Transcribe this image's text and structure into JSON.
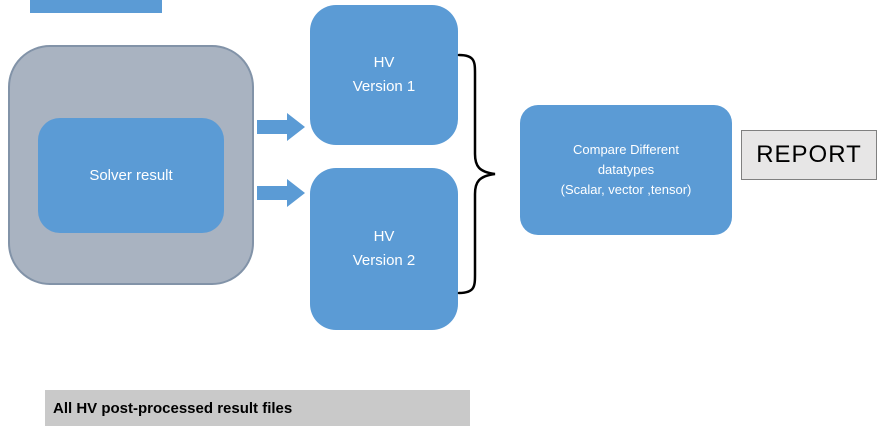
{
  "diagram": {
    "solver_box": {
      "label": "Solver result"
    },
    "hv1_box": {
      "line1": "HV",
      "line2": "Version 1"
    },
    "hv2_box": {
      "line1": "HV",
      "line2": "Version 2"
    },
    "compare_box": {
      "line1": "Compare Different",
      "line2": "datatypes",
      "line3": "(Scalar, vector ,tensor)"
    },
    "report_box": {
      "label": "REPORT"
    },
    "footer_bar": {
      "label": "All HV post-processed result files"
    }
  },
  "colors": {
    "box_blue": "#5b9bd5",
    "container_gray": "#a9b3c1",
    "container_border": "#8293a8",
    "report_bg": "#e7e6e6",
    "footer_bg": "#c9c9c9",
    "text_on_blue": "#ffffff",
    "text_dark": "#000000"
  }
}
